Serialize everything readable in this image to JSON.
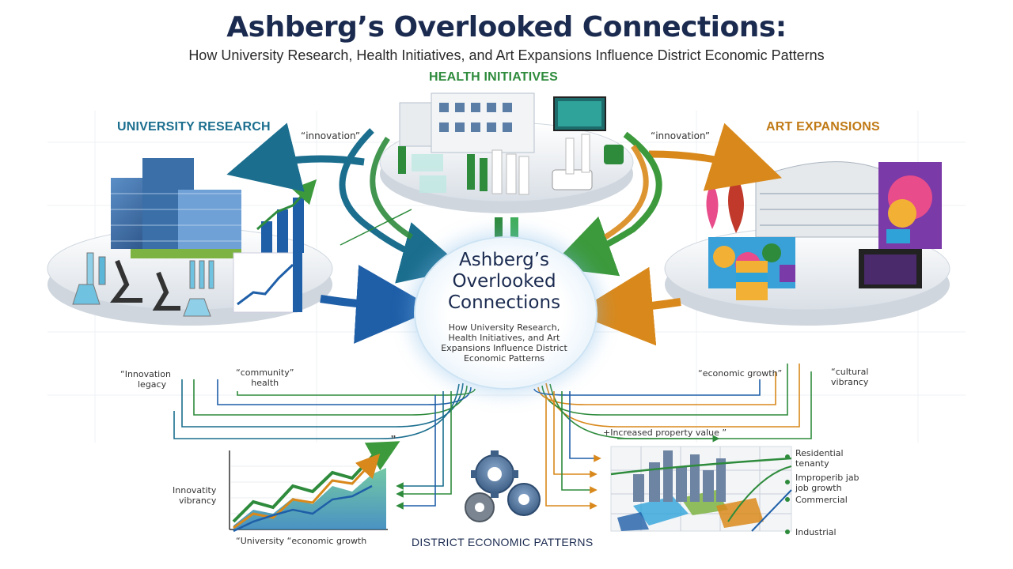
{
  "header": {
    "title": "Ashberg’s Overlooked Connections:",
    "subtitle": "How University Research, Health Initiatives, and Art Expansions Influence District Economic Patterns"
  },
  "sections": {
    "university": "UNIVERSITY RESEARCH",
    "health": "HEALTH INITIATIVES",
    "art": "ART EXPANSIONS"
  },
  "hub": {
    "title_lines": [
      "Ashberg’s",
      "Overlooked",
      "Connections"
    ],
    "subtitle_lines": [
      "How University Research,",
      "Health Initiatives, and Art",
      "Expansions Influence District",
      "Economic Patterns"
    ]
  },
  "labels": {
    "innovation_left": "“innovation”",
    "innovation_right": "“innovation”",
    "innovation_legacy_1": "“Innovation",
    "innovation_legacy_2": "legacy",
    "community_health_1": "“community”",
    "community_health_2": "health",
    "economic_growth": "“economic growth”",
    "cultural_vibrancy_1": "“cultural",
    "cultural_vibrancy_2": "vibrancy",
    "quote_mark": "”",
    "property_value": "+Increased property value ”"
  },
  "bottom_chart": {
    "side_label_1": "Innovatity",
    "side_label_2": "vibrancy",
    "caption": "“University “economic growth"
  },
  "patterns": {
    "title": "DISTRICT ECONOMIC PATTERNS"
  },
  "map_legend": {
    "residential_1": "Residential",
    "residential_2": "tenanty",
    "job_1": "Improperib jab",
    "job_2": "job growth",
    "commercial": "Commercial",
    "industrial": "Industrial"
  },
  "colors": {
    "navy": "#1b2b50",
    "teal": "#1b6e8e",
    "blue": "#1f5fa8",
    "green": "#2e8b3c",
    "orange": "#d9891c"
  }
}
